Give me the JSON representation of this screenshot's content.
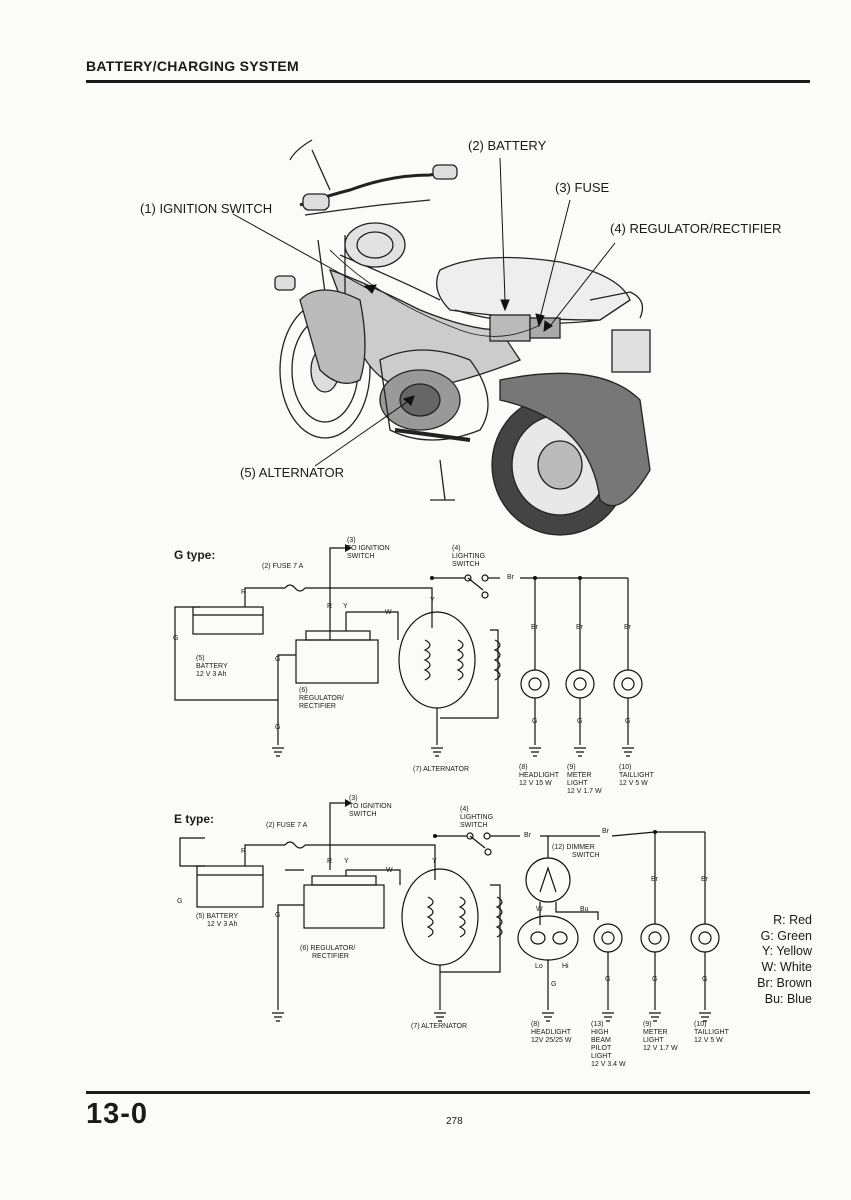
{
  "header": {
    "title": "BATTERY/CHARGING SYSTEM"
  },
  "illustration": {
    "labels": {
      "battery": "(2) BATTERY",
      "fuse": "(3) FUSE",
      "ignition_switch": "(1) IGNITION SWITCH",
      "regulator": "(4) REGULATOR/RECTIFIER",
      "alternator": "(5) ALTERNATOR"
    }
  },
  "g_type": {
    "title": "G type:",
    "fuse": "(2) FUSE 7 A",
    "to_ign_num": "(3)",
    "to_ign": [
      "TO IGNITION",
      "SWITCH"
    ],
    "lighting_num": "(4)",
    "lighting": [
      "LIGHTING",
      "SWITCH"
    ],
    "battery": [
      "(5)",
      "BATTERY",
      "12 V 3 Ah"
    ],
    "regulator": [
      "(6)",
      "REGULATOR/",
      "RECTIFIER"
    ],
    "alternator": "(7) ALTERNATOR",
    "headlight": [
      "(8)",
      "HEADLIGHT",
      "12 V 15 W"
    ],
    "meter": [
      "(9)",
      "METER",
      "LIGHT",
      "12 V 1.7 W"
    ],
    "taillight": [
      "(10)",
      "TAILLIGHT",
      "12 V 5 W"
    ],
    "wires": {
      "r": "R",
      "y": "Y",
      "w": "W",
      "g": "G",
      "br": "Br"
    }
  },
  "e_type": {
    "title": "E type:",
    "fuse": "(2) FUSE 7 A",
    "to_ign_num": "(3)",
    "to_ign": [
      "TO IGNITION",
      "SWITCH"
    ],
    "lighting_num": "(4)",
    "lighting": [
      "LIGHTING",
      "SWITCH"
    ],
    "dimmer": [
      "(12) DIMMER",
      "SWITCH"
    ],
    "battery": [
      "(5) BATTERY",
      "12 V 3 Ah"
    ],
    "regulator": [
      "(6)  REGULATOR/",
      "RECTIFIER"
    ],
    "alternator": "(7) ALTERNATOR",
    "headlight": [
      "(8)",
      "HEADLIGHT",
      "12V 25/25 W"
    ],
    "highbeam": [
      "(13)",
      "HIGH",
      "BEAM",
      "PILOT",
      "LIGHT",
      "12 V 3.4 W"
    ],
    "meter": [
      "(9)",
      "METER",
      "LIGHT",
      "12 V 1.7 W"
    ],
    "taillight": [
      "(10)",
      "TAILLIGHT",
      "12 V 5 W"
    ],
    "lo": "Lo",
    "hi": "Hi",
    "wires": {
      "r": "R",
      "y": "Y",
      "w": "W",
      "g": "G",
      "br": "Br",
      "bu": "Bu"
    }
  },
  "legend": [
    "R: Red",
    "G: Green",
    "Y: Yellow",
    "W: White",
    "Br: Brown",
    "Bu: Blue"
  ],
  "footer": {
    "section": "13-0",
    "page": "278"
  }
}
